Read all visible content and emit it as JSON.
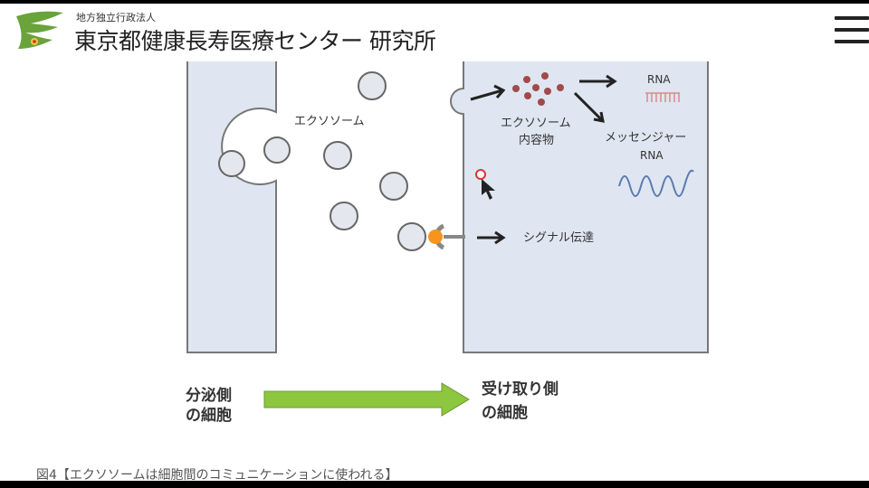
{
  "header": {
    "org_sub": "地方独立行政法人",
    "org_name": "東京都健康長寿医療センター 研究所",
    "menu_icon": "hamburger-menu-icon"
  },
  "diagram": {
    "exosome_label": "エクソソーム",
    "contents_label_1": "エクソソーム",
    "contents_label_2": "内容物",
    "rna_label": "RNA",
    "mrna_label_1": "メッセンジャー",
    "mrna_label_2": "RNA",
    "signal_label": "シグナル伝達",
    "secreting_1": "分泌側",
    "secreting_2": "の細胞",
    "receiving_1": "受け取り側",
    "receiving_2": "の細胞",
    "colors": {
      "cell_fill": "#dfe6f1",
      "green_arrow": "#8dc63f",
      "contents": "#a04a4a",
      "receptor": "#f7941d",
      "mrna": "#5a7ab0"
    }
  },
  "caption": "図4【エクソソームは細胞間のコミュニケーションに使われる】"
}
